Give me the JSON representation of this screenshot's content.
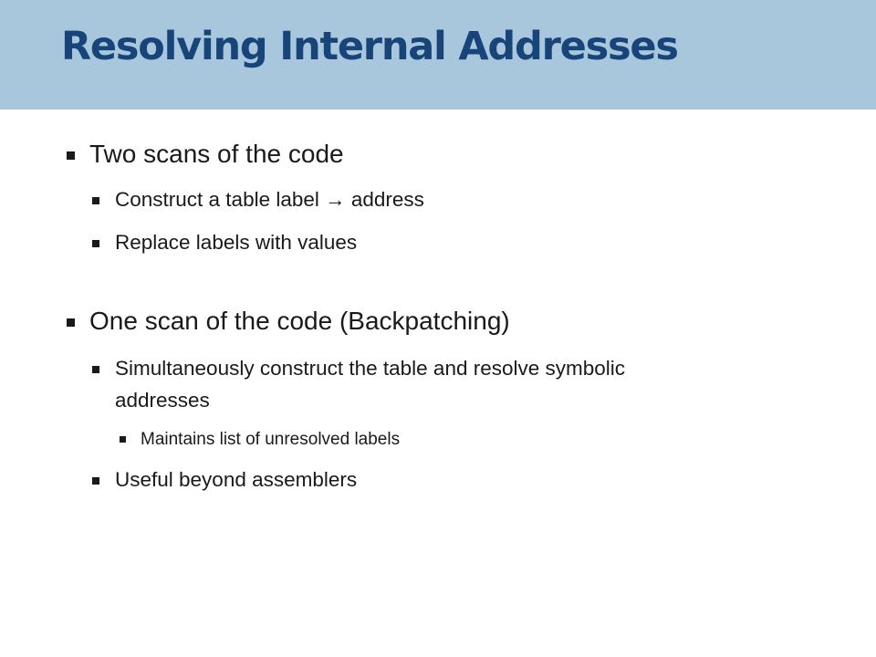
{
  "slide": {
    "title": "Resolving Internal Addresses",
    "bullets": {
      "b1": "Two scans of the code",
      "b1_1": "Construct a table label → address",
      "b1_2": "Replace labels with values",
      "b2": "One scan of the code (Backpatching)",
      "b2_1_line1": "Simultaneously construct the table and resolve symbolic",
      "b2_1_line2": "addresses",
      "b2_1_1": "Maintains list of unresolved labels",
      "b2_2": "Useful beyond assemblers"
    },
    "colors": {
      "header_background": "#a9c7dc",
      "title_text": "#17457a",
      "body_text": "#1a1a1a"
    }
  }
}
